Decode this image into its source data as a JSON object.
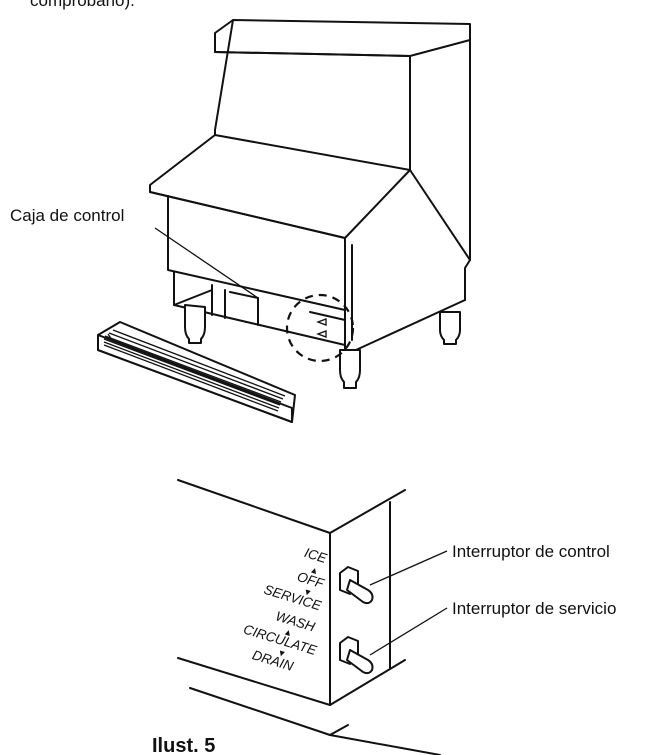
{
  "header_fragment": "comprobarlo).",
  "labels": {
    "control_box": "Caja de control",
    "control_switch": "Interruptor de control",
    "service_switch": "Interruptor de servicio"
  },
  "service_panel": {
    "positions": [
      "ICE",
      "OFF",
      "SERVICE",
      "WASH",
      "CIRCULATE",
      "DRAIN"
    ]
  },
  "caption": "Ilust. 5"
}
